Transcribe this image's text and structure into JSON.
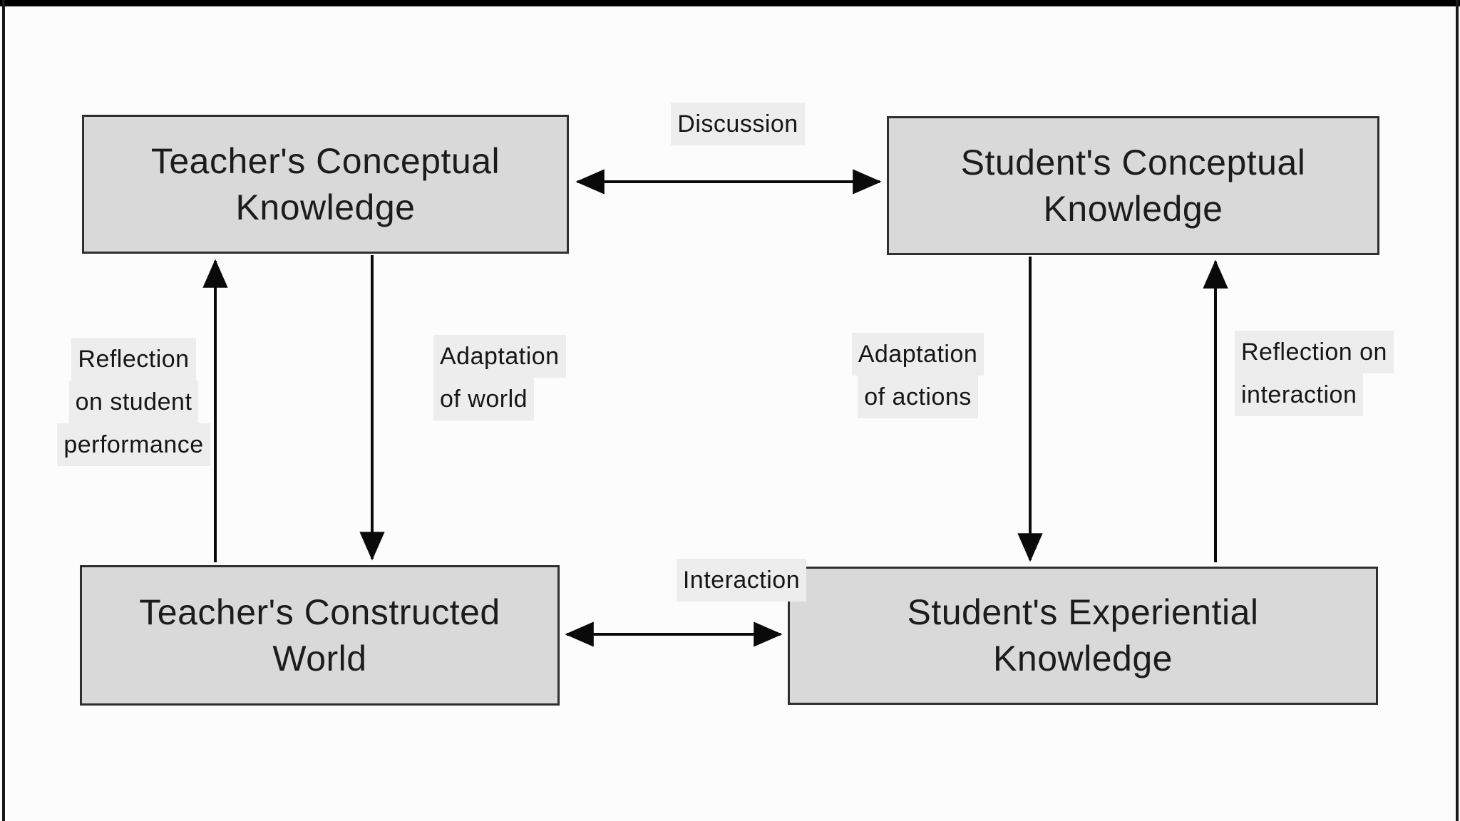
{
  "diagram": {
    "nodes": {
      "teacher_conceptual": {
        "lines": [
          "Teacher's Conceptual",
          "Knowledge"
        ]
      },
      "student_conceptual": {
        "lines": [
          "Student's Conceptual",
          "Knowledge"
        ]
      },
      "teacher_constructed": {
        "lines": [
          "Teacher's Constructed",
          "World"
        ]
      },
      "student_experiential": {
        "lines": [
          "Student's Experiential",
          "Knowledge"
        ]
      }
    },
    "edges": {
      "discussion": {
        "label": "Discussion"
      },
      "interaction": {
        "label": "Interaction"
      },
      "reflection_performance": {
        "lines": [
          "Reflection",
          "on student",
          "performance"
        ]
      },
      "adaptation_world": {
        "lines": [
          "Adaptation",
          "of world"
        ]
      },
      "adaptation_actions": {
        "lines": [
          "Adaptation",
          "of actions"
        ]
      },
      "reflection_interaction": {
        "lines": [
          "Reflection on",
          "interaction"
        ]
      }
    },
    "colors": {
      "node_fill": "#d9d9d9",
      "node_border": "#2f2f2f",
      "arrow": "#0a0a0a",
      "label_background": "#ededed",
      "frame": "#000000",
      "background": "#fcfcfc"
    }
  }
}
